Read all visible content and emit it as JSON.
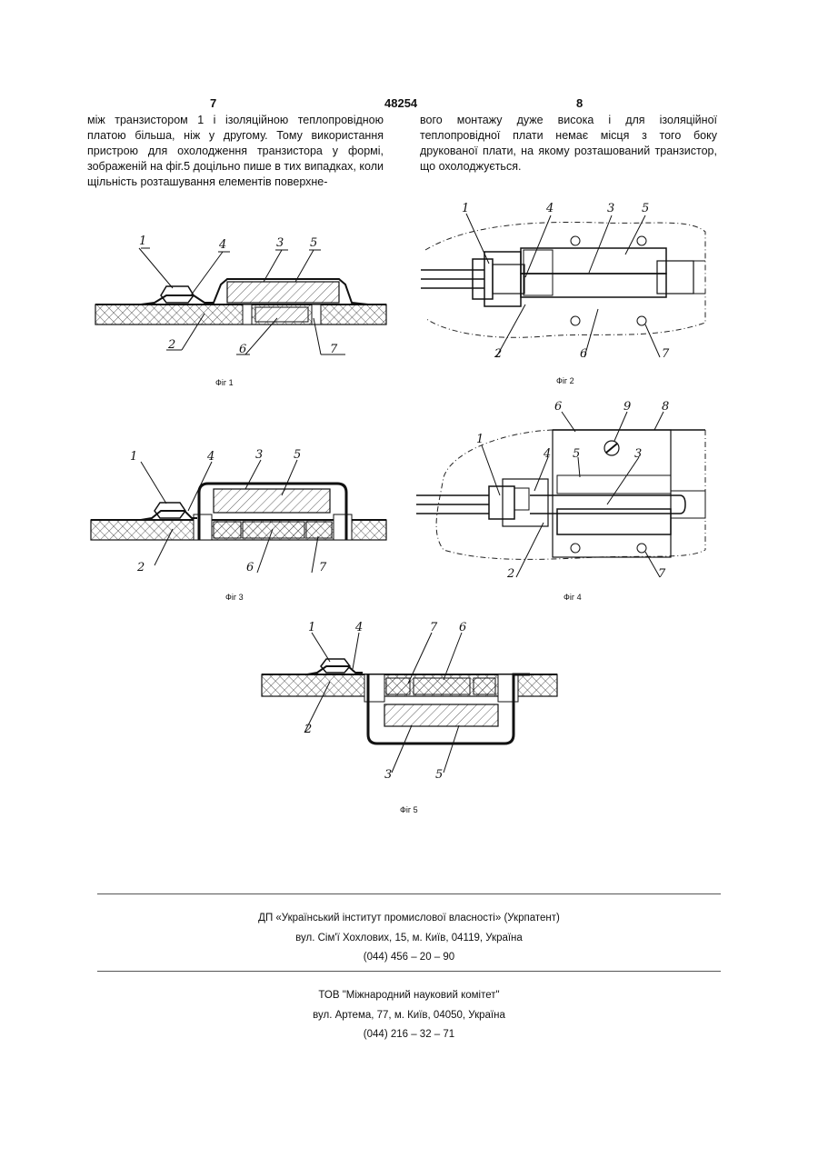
{
  "header": {
    "page_left": "7",
    "patent_number": "48254",
    "page_right": "8"
  },
  "body_text": {
    "left_column": "між транзистором 1 і ізоляційною теплопровідною платою більша, ніж у другому. Тому використання пристрою для охолодження транзистора у формі, зображеній на фіг.5 доцільно пише в тих випадках, коли щільність розташування елементів поверхне-",
    "right_column": "вого монтажу дуже висока і для ізоляційної теплопровідної плати немає місця з того боку друкованої плати, на якому розташований транзистор, що охолоджується."
  },
  "figures": {
    "fig1": {
      "caption": "Фіг 1",
      "labels": [
        "1",
        "4",
        "3",
        "5",
        "2",
        "6",
        "7"
      ]
    },
    "fig2": {
      "caption": "Фіг 2",
      "labels": [
        "1",
        "4",
        "3",
        "5",
        "2",
        "6",
        "7"
      ]
    },
    "fig3": {
      "caption": "Фіг 3",
      "labels": [
        "1",
        "4",
        "3",
        "5",
        "2",
        "6",
        "7"
      ]
    },
    "fig4": {
      "caption": "Фіг 4",
      "labels": [
        "6",
        "9",
        "8",
        "1",
        "4",
        "5",
        "3",
        "2",
        "7"
      ]
    },
    "fig5": {
      "caption": "Фіг 5",
      "labels": [
        "1",
        "4",
        "7",
        "6",
        "2",
        "3",
        "5"
      ]
    }
  },
  "footer": {
    "org1_name": "ДП «Український інститут промислової власності» (Укрпатент)",
    "org1_address": "вул. Сім'ї Хохлових, 15, м. Київ, 04119, Україна",
    "org1_phone": "(044) 456 – 20 – 90",
    "org2_name": "ТОВ \"Міжнародний науковий комітет\"",
    "org2_address": "вул. Артема, 77, м. Київ, 04050, Україна",
    "org2_phone": "(044) 216 – 32 – 71"
  }
}
